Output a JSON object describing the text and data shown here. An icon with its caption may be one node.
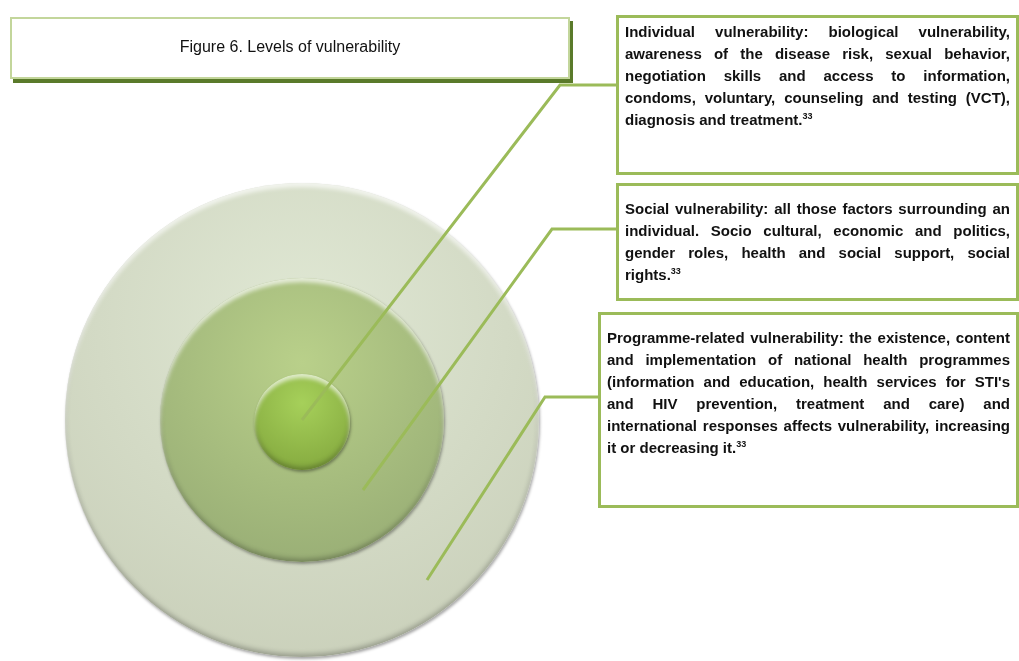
{
  "diagram": {
    "title": "Figure 6. Levels of vulnerability",
    "nodes": [
      {
        "text": [
          "Individual vulnerability: biological vulnerability, awareness of the disease risk, sexual behavior, negotiation skills and access to information, condoms, voluntary, counseling and testing (VCT), diagnosis and treatment.$^{33}$"
        ]
      },
      {
        "text": [
          "Social vulnerability: all those factors surrounding an individual. Socio cultural, economic and politics, gender roles, health and social support, social rights.$^{33}$"
        ]
      },
      {
        "text": [
          "Programme-related vulnerability: the existence, content and implementation of national health programmes (information and education, health services for STI's and HIV prevention, treatment and care) and international responses affects vulnerability, increasing it or decreasing it.$^{33}$"
        ]
      },
      {
        "text": [],
        "shape": "circle"
      },
      {
        "text": [],
        "shape": "circle",
        "in": 3
      },
      {
        "text": [],
        "shape": "circle",
        "in": 4
      }
    ],
    "edges": [
      {
        "from": 0,
        "to": 5,
        "arrow": "none"
      },
      {
        "from": 1,
        "to": 4,
        "arrow": "none"
      },
      {
        "from": 2,
        "to": 3,
        "arrow": "none"
      }
    ]
  }
}
